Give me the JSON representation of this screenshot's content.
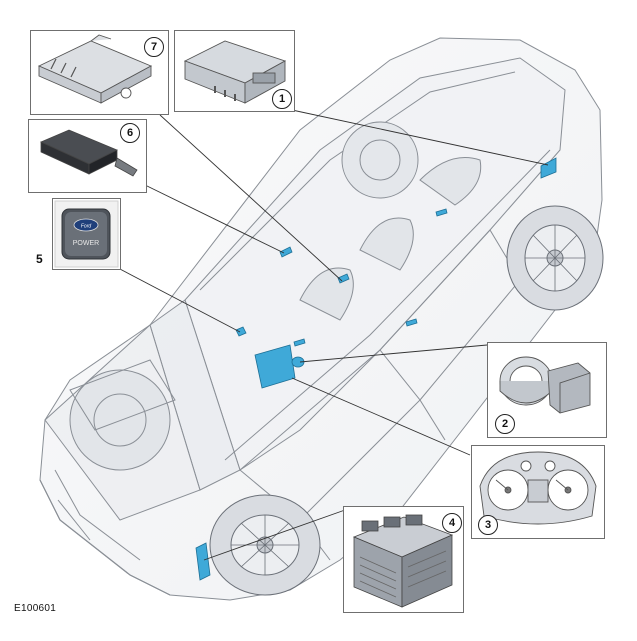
{
  "figure_ref": "E100601",
  "callouts": [
    {
      "id": "1",
      "label": "1"
    },
    {
      "id": "2",
      "label": "2"
    },
    {
      "id": "3",
      "label": "3"
    },
    {
      "id": "4",
      "label": "4"
    },
    {
      "id": "5",
      "label": "5"
    },
    {
      "id": "6",
      "label": "6"
    },
    {
      "id": "7",
      "label": "7"
    }
  ],
  "power_button_text": "POWER",
  "colors": {
    "highlight": "#3fa9d8",
    "outline": "#8a8f96",
    "frame": "#6f6f6f"
  },
  "icons": {
    "vehicle": "suv-xray-illustration",
    "module_1": "electronic-control-module",
    "module_2": "ignition-transceiver-ring",
    "module_3": "instrument-cluster",
    "module_4": "engine-control-module",
    "module_5": "power-start-button",
    "module_6": "antenna-module",
    "module_7": "bracket-module"
  }
}
